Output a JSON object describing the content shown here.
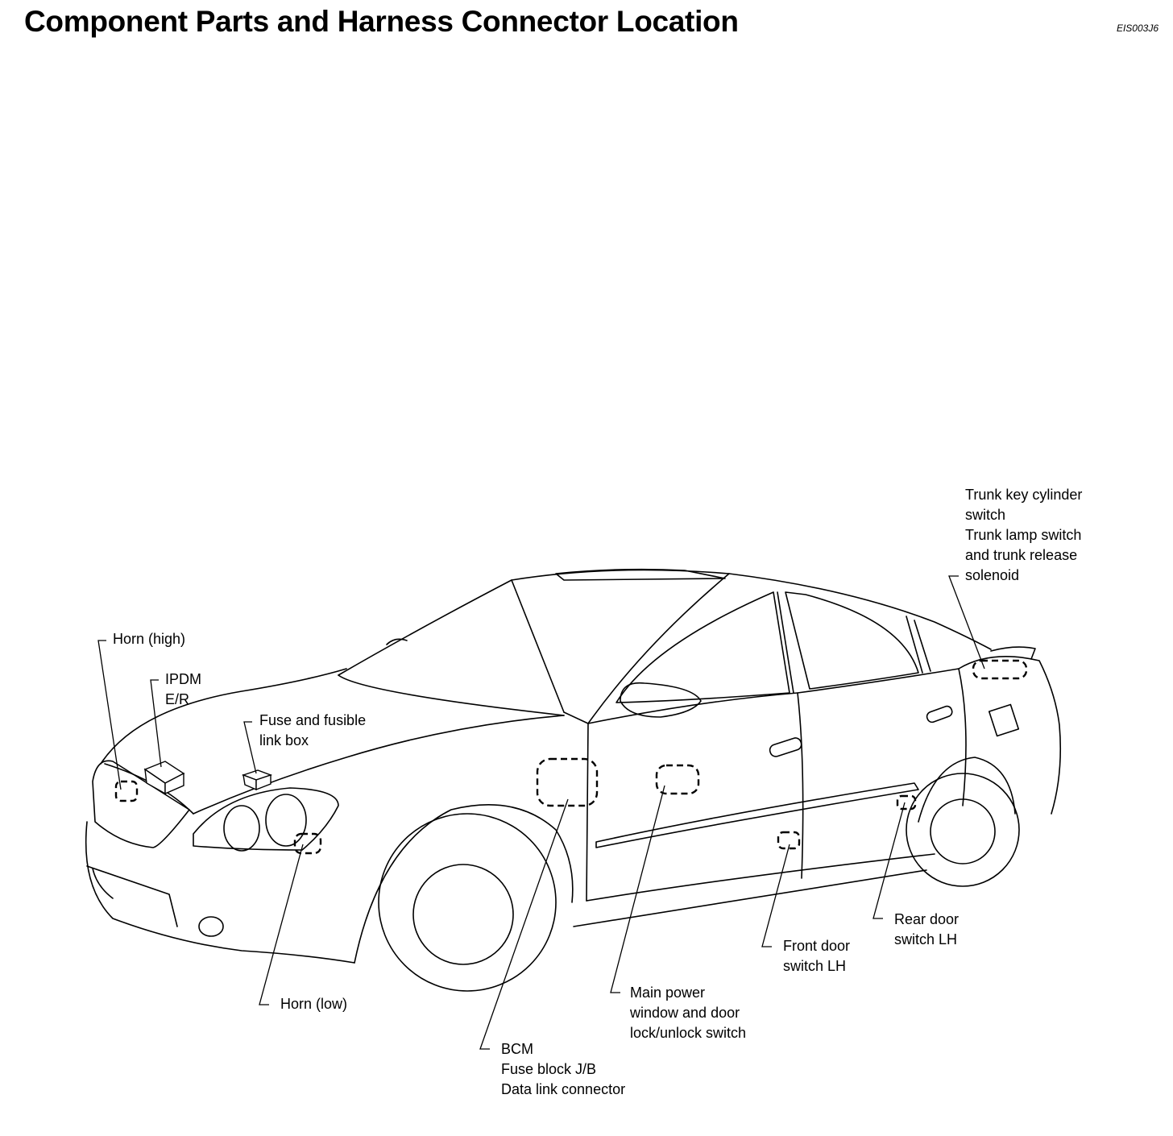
{
  "header": {
    "title": "Component Parts and Harness Connector Location",
    "code": "EIS003J6"
  },
  "callouts": [
    {
      "id": "horn-high",
      "lines": [
        "Horn (high)"
      ]
    },
    {
      "id": "ipdm",
      "lines": [
        "IPDM",
        "E/R"
      ]
    },
    {
      "id": "fuse-box",
      "lines": [
        "Fuse and fusible",
        "link box"
      ]
    },
    {
      "id": "horn-low",
      "lines": [
        "Horn (low)"
      ]
    },
    {
      "id": "bcm",
      "lines": [
        "BCM",
        "Fuse block J/B",
        "Data link connector"
      ]
    },
    {
      "id": "main-switch",
      "lines": [
        "Main power",
        "window and door",
        "lock/unlock switch"
      ]
    },
    {
      "id": "front-door",
      "lines": [
        "Front door",
        "switch LH"
      ]
    },
    {
      "id": "rear-door",
      "lines": [
        "Rear door",
        "switch LH"
      ]
    },
    {
      "id": "trunk",
      "lines": [
        "Trunk key cylinder",
        "switch",
        "Trunk lamp switch",
        "and trunk release",
        "solenoid"
      ]
    }
  ]
}
